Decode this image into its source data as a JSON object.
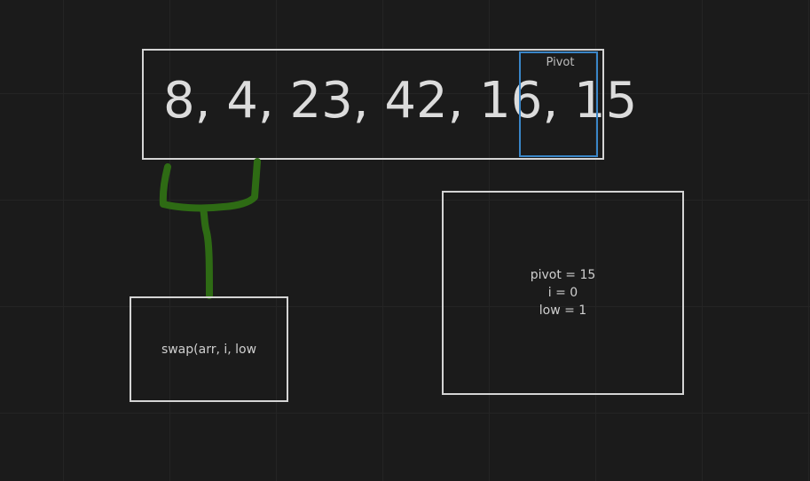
{
  "array": {
    "text": "8, 4, 23, 42, 16, 15",
    "pivot_label": "Pivot"
  },
  "swap_box": {
    "text": "swap(arr, i, low"
  },
  "state_box": {
    "lines": [
      "pivot = 15",
      "i = 0",
      "low = 1"
    ]
  },
  "colors": {
    "background": "#1b1b1b",
    "box_border": "#d4d4d4",
    "pivot_highlight": "#3a86c8",
    "ink_stroke": "#2e6b14"
  }
}
